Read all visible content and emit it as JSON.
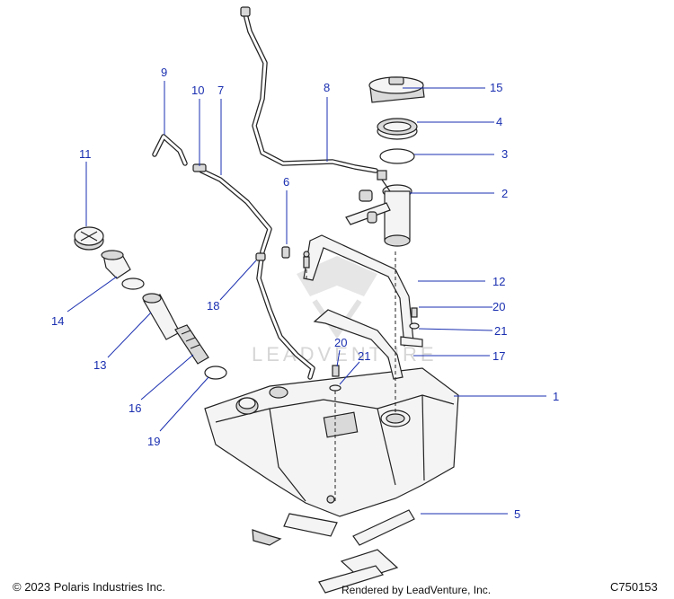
{
  "diagram": {
    "callouts": [
      {
        "id": "c1",
        "label": "1"
      },
      {
        "id": "c2",
        "label": "2"
      },
      {
        "id": "c3",
        "label": "3"
      },
      {
        "id": "c4",
        "label": "4"
      },
      {
        "id": "c5",
        "label": "5"
      },
      {
        "id": "c6",
        "label": "6"
      },
      {
        "id": "c7",
        "label": "7"
      },
      {
        "id": "c8",
        "label": "8"
      },
      {
        "id": "c9",
        "label": "9"
      },
      {
        "id": "c10",
        "label": "10"
      },
      {
        "id": "c11",
        "label": "11"
      },
      {
        "id": "c12",
        "label": "12"
      },
      {
        "id": "c13",
        "label": "13"
      },
      {
        "id": "c14",
        "label": "14"
      },
      {
        "id": "c15",
        "label": "15"
      },
      {
        "id": "c16",
        "label": "16"
      },
      {
        "id": "c17",
        "label": "17"
      },
      {
        "id": "c18",
        "label": "18"
      },
      {
        "id": "c19",
        "label": "19"
      },
      {
        "id": "c20a",
        "label": "20"
      },
      {
        "id": "c20b",
        "label": "20"
      },
      {
        "id": "c21a",
        "label": "21"
      },
      {
        "id": "c21b",
        "label": "21"
      }
    ],
    "watermark_text": "LEADVENTURE",
    "callout_color": "#1a2fb0"
  },
  "footer": {
    "copyright": "© 2023 Polaris Industries Inc.",
    "rendered_by": "Rendered by LeadVenture, Inc.",
    "diagram_code": "C750153"
  }
}
